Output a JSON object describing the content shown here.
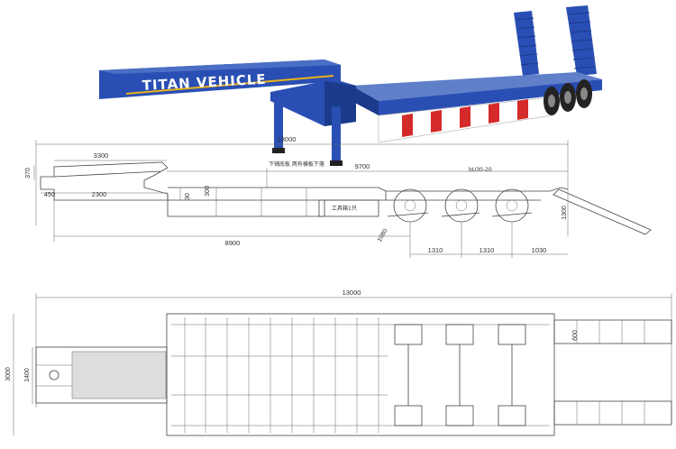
{
  "brand": {
    "name": "TITAN VEHICLE"
  },
  "colors": {
    "body": "#2a4fb4",
    "body_dark": "#1b3a8c",
    "stripe_red": "#d42a2a",
    "stripe_yellow": "#e8b21b",
    "line": "#444444"
  },
  "side_view": {
    "dims": {
      "overall_length": "13000",
      "gooseneck_length": "3300",
      "deck_length": "9700",
      "top_left": "370",
      "front_overhang": "450",
      "neck_length": "2300",
      "deck_step": "300",
      "small_step": "30",
      "kingpin_to_axle": "8900",
      "ramp_height": "1300",
      "wheel_dia": "1080",
      "axle_spacing_1": "1310",
      "axle_spacing_2": "1310",
      "rear_overhang": "1030"
    },
    "notes": {
      "legs_note": "下铺底板  两有横板下落",
      "toolbox": "工具箱1只",
      "suspension": "bU30-20"
    }
  },
  "top_view": {
    "dims": {
      "overall_length": "13000",
      "overall_width": "3000",
      "neck_width": "1400",
      "ramp_width": "600"
    }
  }
}
